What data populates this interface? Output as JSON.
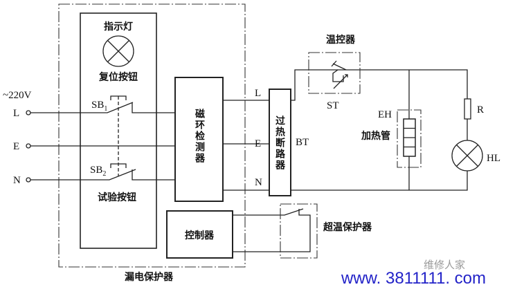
{
  "supply": {
    "voltage": "~220V",
    "terminals": [
      "L",
      "E",
      "N"
    ]
  },
  "leakage_protector": {
    "label": "漏电保护器",
    "indicator_label": "指示灯",
    "reset_button_label": "复位按钮",
    "test_button_label": "试验按钮",
    "sb1": {
      "main": "SB",
      "sub": "1"
    },
    "sb2": {
      "main": "SB",
      "sub": "2"
    },
    "detector_label": "磁环检测器",
    "controller_label": "控制器"
  },
  "line_labels": [
    "L",
    "E",
    "N"
  ],
  "thermal_breaker": {
    "label": "过热断路器",
    "code": "BT"
  },
  "thermostat": {
    "label": "温控器",
    "code": "ST"
  },
  "heater": {
    "code": "EH",
    "label": "加热管"
  },
  "resistor": {
    "code": "R"
  },
  "lamp": {
    "code": "HL"
  },
  "over_temp_protector": {
    "label": "超温保护器"
  },
  "watermark": {
    "brand": "维修人家",
    "url": "www. 3811111. com"
  }
}
